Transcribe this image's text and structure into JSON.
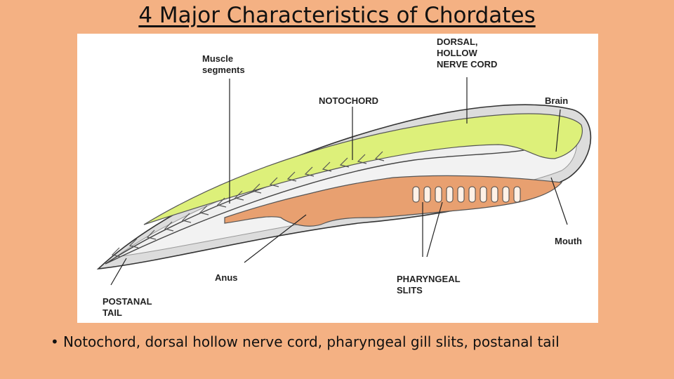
{
  "slide": {
    "title": "4 Major Characteristics of Chordates",
    "bullet": "Notochord, dorsal hollow nerve cord, pharyngeal gill slits, postanal tail"
  },
  "diagram": {
    "labels": {
      "muscle_segments": "Muscle\nsegments",
      "dorsal_nerve_cord": "DORSAL,\nHOLLOW\nNERVE CORD",
      "notochord": "NOTOCHORD",
      "brain": "Brain",
      "mouth": "Mouth",
      "anus": "Anus",
      "pharyngeal_slits": "PHARYNGEAL\nSLITS",
      "postanal_tail": "POSTANAL\nTAIL"
    },
    "colors": {
      "background": "#F4B183",
      "body": "#D9D9D9",
      "nerve_cord": "#DDF07A",
      "gut": "#E8A070",
      "outline": "#333333"
    }
  }
}
